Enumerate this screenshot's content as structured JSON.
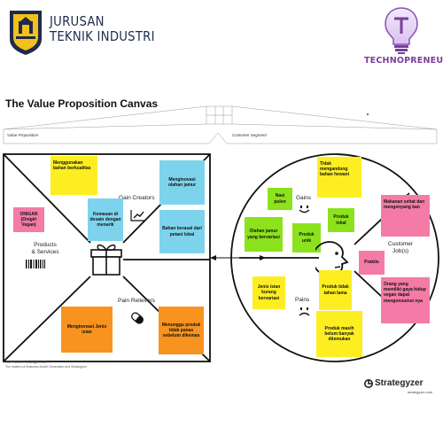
{
  "header": {
    "department_line1": "JURUSAN",
    "department_line2": "TEKNIK INDUSTRI",
    "brand": "TECHNOPRENEUR"
  },
  "canvas": {
    "title": "The Value Proposition Canvas",
    "value_proposition_label": "Value Proposition",
    "customer_segment_label": "Customer Segment"
  },
  "value_map": {
    "gain_creators_label": "Gain Creators",
    "products_services_label": "Products\n& Services",
    "pain_relievers_label": "Pain Relievers",
    "notes": {
      "berkualitas": "Menggunakan bahan berkualitas",
      "olahan_jamur": "Menginovasi olahan jamur",
      "kemasan": "Kemasan di desain dengan menarik",
      "petani_lokal": "Bahan berasal dari petani lokal",
      "onigan": "ONIGAN (Onigiri Vegan)",
      "jenis_isian": "Menginovasi Jenis isian",
      "panas": "Menunggu produk tidak panas sebelum dikemas"
    }
  },
  "customer_profile": {
    "gains_label": "Gains",
    "pains_label": "Pains",
    "jobs_label": "Customer\nJob(s)",
    "notes": {
      "hewani": "Tidak mengandung bahan hewani",
      "nasi_pulen": "Nasi pulen",
      "produk_lokal": "Produk lokal",
      "olahan_jamur_bervariasi": "Olahan jamur yang bervariasi",
      "produk_unik": "Produk unik",
      "makanan_sehat": "Makanan sehat dan mengenyang kan",
      "praktis": "Praktis",
      "gaya_hidup_vegan": "Orang yang memiliki gaya hidup vegan dapat mengonsumsi nya",
      "isian_kurang": "Jenis isian kurang bervariasi",
      "tahan_lama": "Produk tidak tahan lama",
      "belum_ditemukan": "Produk masih belum banyak ditemukan"
    }
  },
  "footer": {
    "copyright_line1": "COPYRIGHT: Strategyzer AG",
    "copyright_line2": "The makers of Business Model Generation and Strategyzer",
    "brand": "Strategyzer",
    "url": "strategyzer.com"
  },
  "colors": {
    "yellow": "#fcee21",
    "cyan": "#7ed3ec",
    "orange": "#f7931e",
    "pink": "#f47ba6",
    "green": "#8ce21c",
    "techno_purple": "#7a3e9c",
    "uii_blue": "#1f2a4d"
  },
  "icons": [
    "university-logo-icon",
    "lightbulb-logo-icon",
    "gift-icon",
    "barcode-icon",
    "pill-icon",
    "chart-up-icon",
    "smile-icon",
    "frown-icon",
    "customer-face-icon",
    "strategyzer-logo-icon"
  ]
}
